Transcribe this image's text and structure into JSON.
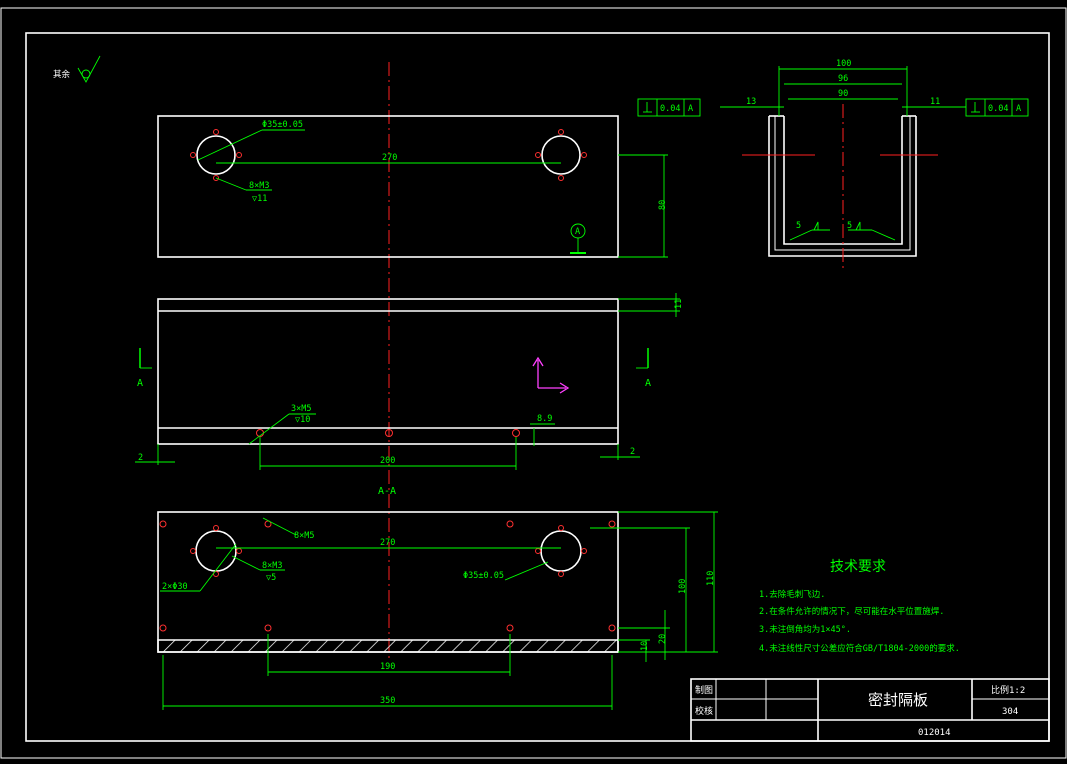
{
  "drawing": {
    "title": "密封隔板",
    "drawing_number": "012014",
    "scale_label": "比例1:2",
    "material": "304",
    "row_labels": {
      "drawn": "制图",
      "checked": "校核"
    },
    "roughness_note": "其余",
    "section_label": "A-A",
    "section_mark": "A",
    "datum_a": "A"
  },
  "tech_requirements": {
    "heading": "技术要求",
    "items": [
      "1.去除毛刺飞边.",
      "2.在条件允许的情况下，尽可能在水平位置施焊.",
      "3.未注倒角均为1×45°.",
      "4.未注线性尺寸公差应符合GB/T1804-2000的要求."
    ]
  },
  "top_view": {
    "hole_callout": "Φ35±0.05",
    "thread_callout": "8×M3",
    "thread_depth": "▽11",
    "center_distance": "270",
    "height_dim": "80"
  },
  "front_view": {
    "thread_callout": "3×M5",
    "thread_depth": "▽10",
    "hole_spacing": "200",
    "thickness_dim": "11",
    "edge_dim": "8.9",
    "offset_left": "2",
    "offset_right": "2"
  },
  "section_view": {
    "thread_outer": "8×M5",
    "center_distance": "270",
    "thread_inner": "8×M3",
    "thread_inner_depth": "▽5",
    "counterbore": "2×Φ30",
    "hole_callout": "Φ35±0.05",
    "hole_spacing": "190",
    "overall_length": "350",
    "dim_100": "100",
    "dim_110": "110",
    "dim_20": "20",
    "dim_10": "10"
  },
  "side_view": {
    "dim_100": "100",
    "dim_96": "96",
    "dim_90": "90",
    "dim_13": "13",
    "dim_11": "11",
    "tol_left": "0.04",
    "tol_right": "0.04",
    "datum": "A",
    "weld_left": "5",
    "weld_right": "5"
  }
}
